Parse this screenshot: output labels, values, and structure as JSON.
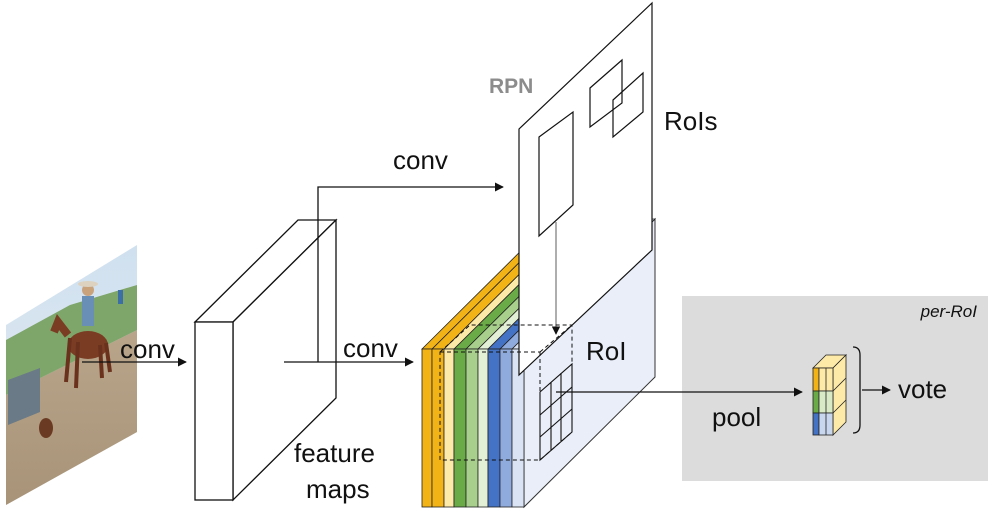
{
  "labels": {
    "conv_input": "conv",
    "conv_top": "conv",
    "conv_mid": "conv",
    "feature_maps_line1": "feature",
    "feature_maps_line2": "maps",
    "rpn": "RPN",
    "rois": "RoIs",
    "roi": "RoI",
    "pool": "pool",
    "vote": "vote",
    "per_roi": "per-RoI"
  },
  "colors": {
    "orange": "#f2b316",
    "orange_light": "#fde9a8",
    "green": "#6aab47",
    "green_mid": "#a8cf8c",
    "green_light": "#e4f0d6",
    "blue": "#4472c4",
    "blue_mid": "#8faadc",
    "blue_light": "#dae3f3",
    "blue_back": "#e9eef8",
    "panel_gray": "#dcdcdc"
  }
}
